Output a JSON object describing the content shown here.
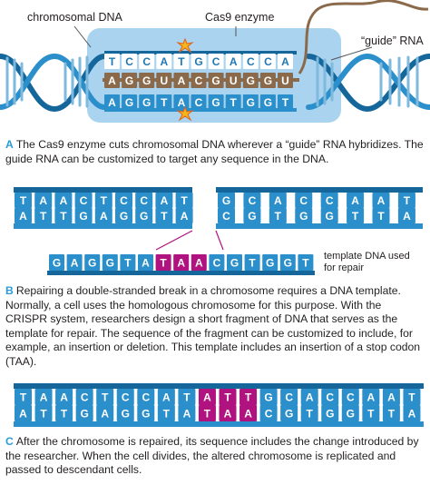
{
  "panel_a": {
    "labels": {
      "dna": "chromosomal DNA",
      "enzyme": "Cas9 enzyme",
      "guide": "“guide” RNA"
    },
    "top_strand": [
      "T",
      "C",
      "C",
      "A",
      "T",
      "G",
      "C",
      "A",
      "C",
      "C",
      "A"
    ],
    "rna_strand": [
      "A",
      "G",
      "G",
      "U",
      "A",
      "C",
      "G",
      "U",
      "G",
      "G",
      "U"
    ],
    "bottom_strand": [
      "A",
      "G",
      "G",
      "T",
      "A",
      "C",
      "G",
      "T",
      "G",
      "G",
      "T"
    ],
    "caption_letter": "A",
    "caption": "The Cas9 enzyme cuts chromosomal DNA wherever a “guide” RNA hybridizes. The guide RNA can be customized to target any sequence in the DNA."
  },
  "panel_b": {
    "left_top": [
      "T",
      "A",
      "A",
      "C",
      "T",
      "C",
      "C",
      "A",
      "T"
    ],
    "left_bottom": [
      "A",
      "T",
      "T",
      "G",
      "A",
      "G",
      "G",
      "T",
      "A"
    ],
    "right_top": [
      "G",
      "C",
      "A",
      "C",
      "C",
      "A",
      "A",
      "T"
    ],
    "right_bottom": [
      "C",
      "G",
      "T",
      "G",
      "G",
      "T",
      "T",
      "A"
    ],
    "template": [
      "G",
      "A",
      "G",
      "G",
      "T",
      "A",
      "T",
      "A",
      "A",
      "C",
      "G",
      "T",
      "G",
      "G",
      "T"
    ],
    "template_highlight": [
      6,
      7,
      8
    ],
    "template_label": "template DNA used for repair",
    "caption_letter": "B",
    "caption": "Repairing a double-stranded break in a chromosome requires a DNA template. Normally, a cell uses the homologous chromosome for this purpose. With the CRISPR system, researchers design a short fragment of DNA that serves as the template for repair. The sequence of the fragment can be customized to include, for example, an insertion or deletion. This template includes an insertion of a stop codon (TAA)."
  },
  "panel_c": {
    "top": [
      "T",
      "A",
      "A",
      "C",
      "T",
      "C",
      "C",
      "A",
      "T",
      "A",
      "T",
      "T",
      "G",
      "C",
      "A",
      "C",
      "C",
      "A",
      "A",
      "T"
    ],
    "bottom": [
      "A",
      "T",
      "T",
      "G",
      "A",
      "G",
      "G",
      "T",
      "A",
      "T",
      "A",
      "A",
      "C",
      "G",
      "T",
      "G",
      "G",
      "T",
      "T",
      "A"
    ],
    "highlight": [
      9,
      10,
      11
    ],
    "caption_letter": "C",
    "caption": "After the chromosome is repaired, its sequence includes the change introduced by the researcher. When the cell divides, the altered chromosome is replicated and passed to descendant cells."
  },
  "colors": {
    "dna_blue": "#2a8fcb",
    "dna_dark": "#15669b",
    "rna_brown": "#8a6a4a",
    "box_blue": "#a9d3ef",
    "highlight_magenta": "#b0127f",
    "letter_blue": "#1f77b4",
    "caption_letter": "#2a9bd6"
  }
}
